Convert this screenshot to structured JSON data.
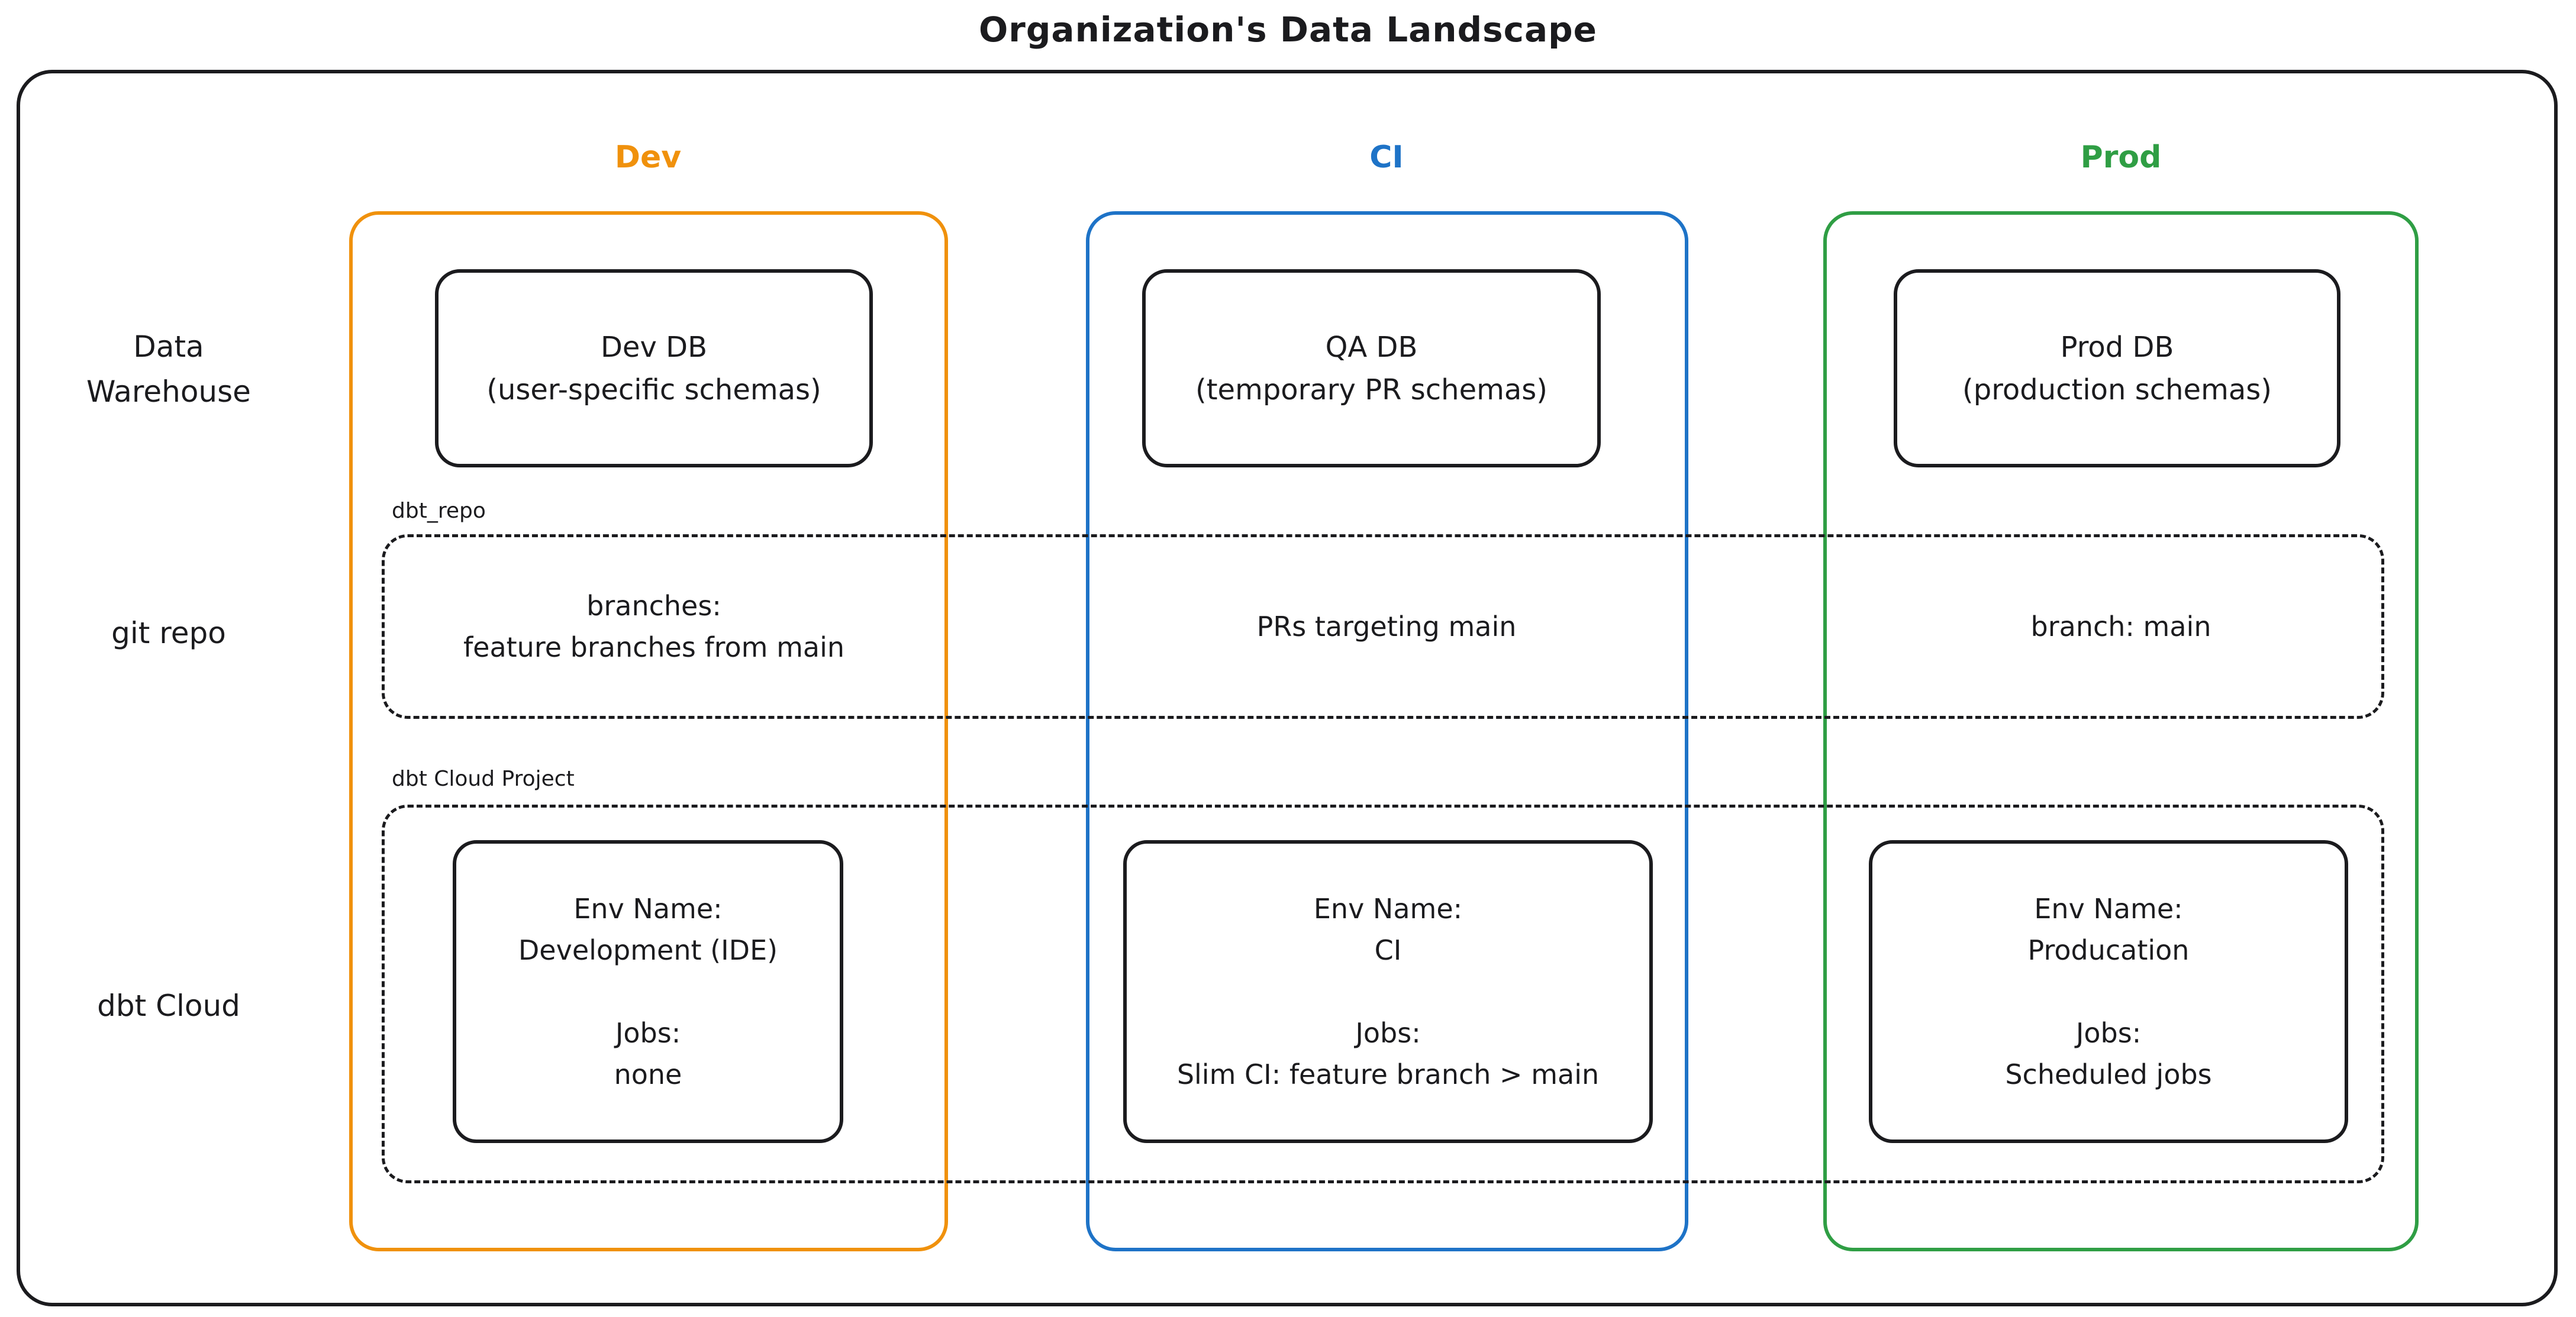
{
  "title": "Organization's Data Landscape",
  "colors": {
    "dev": "#f0910c",
    "ci": "#1e73c7",
    "prod": "#2f9e44",
    "stroke": "#1b1b1e"
  },
  "columns": {
    "dev": "Dev",
    "ci": "CI",
    "prod": "Prod"
  },
  "row_labels": {
    "warehouse_line1": "Data",
    "warehouse_line2": "Warehouse",
    "git": "git repo",
    "cloud": "dbt Cloud"
  },
  "warehouse": {
    "dev": {
      "title": "Dev DB",
      "subtitle": "(user-specific schemas)"
    },
    "ci": {
      "title": "QA DB",
      "subtitle": "(temporary PR schemas)"
    },
    "prod": {
      "title": "Prod DB",
      "subtitle": "(production schemas)"
    }
  },
  "git_repo": {
    "label": "dbt_repo",
    "dev_line1": "branches:",
    "dev_line2": "feature branches from main",
    "ci": "PRs targeting main",
    "prod": "branch: main"
  },
  "dbt_cloud": {
    "label": "dbt Cloud Project",
    "dev": {
      "env_label": "Env Name:",
      "env_name": "Development (IDE)",
      "jobs_label": "Jobs:",
      "jobs": "none"
    },
    "ci": {
      "env_label": "Env Name:",
      "env_name": "CI",
      "jobs_label": "Jobs:",
      "jobs": "Slim CI: feature branch > main"
    },
    "prod": {
      "env_label": "Env Name:",
      "env_name": "Producation",
      "jobs_label": "Jobs:",
      "jobs": "Scheduled jobs"
    }
  }
}
